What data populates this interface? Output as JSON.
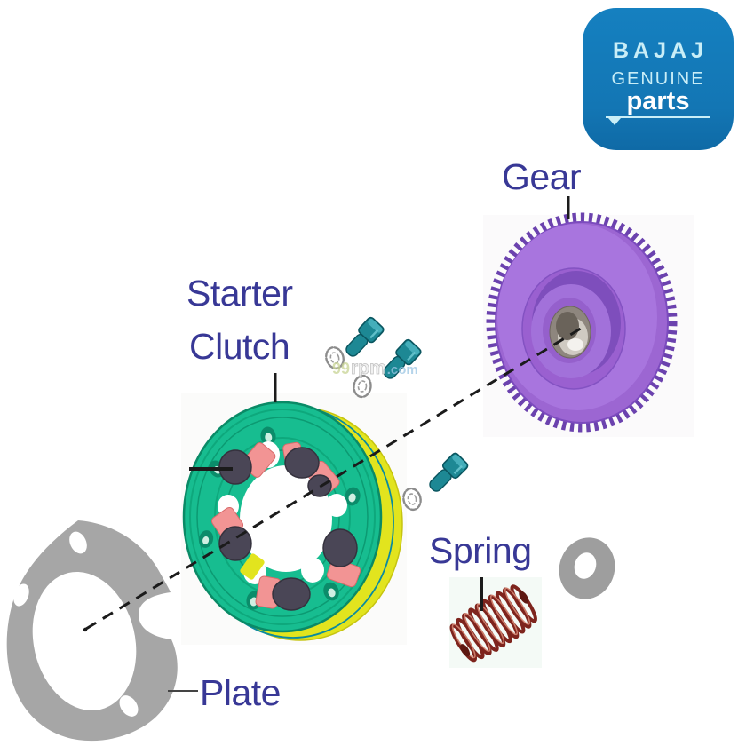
{
  "logo": {
    "brand": "BAJAJ",
    "genuine": "GENUINE",
    "parts": "parts",
    "bg_color": "#1478B8",
    "text_color": "#C9EEF7"
  },
  "labels": {
    "gear": "Gear",
    "starter_line1": "Starter",
    "starter_line2": "Clutch",
    "spring": "Spring",
    "plate": "Plate",
    "color": "#383896"
  },
  "watermark": {
    "num": "99",
    "mid": "rpm",
    "tld": ".com"
  },
  "colors": {
    "gear_purple": "#9C66D2",
    "gear_teeth": "#6B42AE",
    "clutch_green": "#17BD90",
    "clutch_yellow": "#E2E41E",
    "roller_dark": "#4A4656",
    "retainer_pink": "#F29494",
    "bolt_teal": "#1D8894",
    "spring_red": "#8E2B22",
    "plate_gray": "#A6A6A6",
    "washer_gray": "#9E9E9E",
    "dash_line": "#1B1B1B"
  }
}
